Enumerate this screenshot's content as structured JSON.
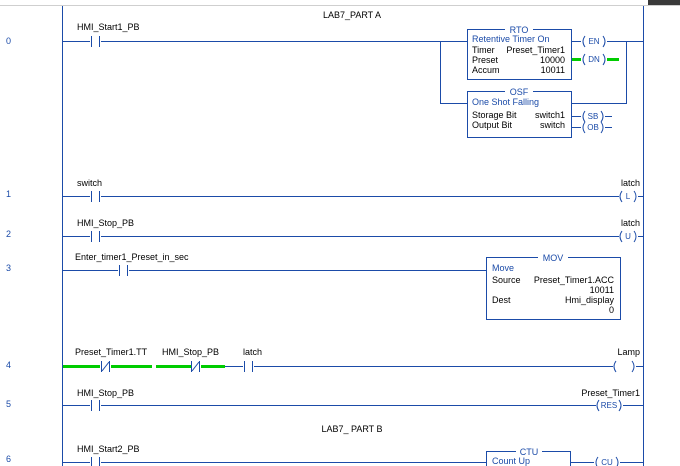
{
  "rungs": [
    "0",
    "1",
    "2",
    "3",
    "4",
    "5",
    "6"
  ],
  "sections": {
    "part_a": "LAB7_PART A",
    "part_b": "LAB7_ PART B"
  },
  "rung0": {
    "contact": "HMI_Start1_PB",
    "rto": {
      "title": "RTO",
      "desc": "Retentive Timer On",
      "timer_label": "Timer",
      "timer_value": "Preset_Timer1",
      "preset_label": "Preset",
      "preset_value": "10000",
      "accum_label": "Accum",
      "accum_value": "10011",
      "en": "EN",
      "dn": "DN"
    },
    "osf": {
      "title": "OSF",
      "desc": "One Shot Falling",
      "storage_label": "Storage Bit",
      "storage_value": "switch1",
      "output_label": "Output Bit",
      "output_value": "switch",
      "sb": "SB",
      "ob": "OB"
    }
  },
  "rung1": {
    "contact": "switch",
    "coil_tag": "latch",
    "coil": "L"
  },
  "rung2": {
    "contact": "HMI_Stop_PB",
    "coil_tag": "latch",
    "coil": "U"
  },
  "rung3": {
    "contact": "Enter_timer1_Preset_in_sec",
    "mov": {
      "title": "MOV",
      "desc": "Move",
      "source_label": "Source",
      "source_tag": "Preset_Timer1.ACC",
      "source_value": "10011",
      "dest_label": "Dest",
      "dest_tag": "Hmi_display",
      "dest_value": "0"
    }
  },
  "rung4": {
    "contact1": "Preset_Timer1.TT",
    "contact2": "HMI_Stop_PB",
    "contact3": "latch",
    "coil_tag": "Lamp",
    "energized_color": "#00cc00"
  },
  "rung5": {
    "contact": "HMI_Stop_PB",
    "coil_tag": "Preset_Timer1",
    "coil": "RES"
  },
  "rung6": {
    "contact": "HMI_Start2_PB",
    "ctu": {
      "title": "CTU",
      "desc": "Count Up",
      "cu": "CU"
    }
  },
  "colors": {
    "rail": "#1b4ba8",
    "energized": "#00cc00",
    "text": "#000000"
  }
}
